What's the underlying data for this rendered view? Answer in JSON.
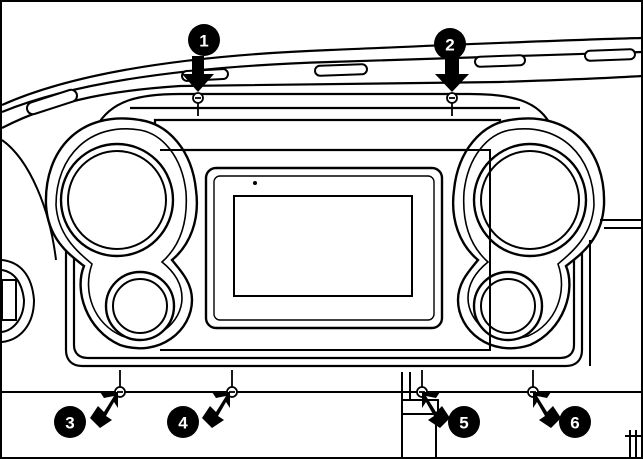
{
  "figure": {
    "stroke_color": "#000000",
    "fill_color": "#ffffff",
    "callout_color": "#000000",
    "callout_text_color": "#ffffff"
  },
  "callouts": [
    {
      "label": "1"
    },
    {
      "label": "2"
    },
    {
      "label": "3"
    },
    {
      "label": "4"
    },
    {
      "label": "5"
    },
    {
      "label": "6"
    }
  ]
}
